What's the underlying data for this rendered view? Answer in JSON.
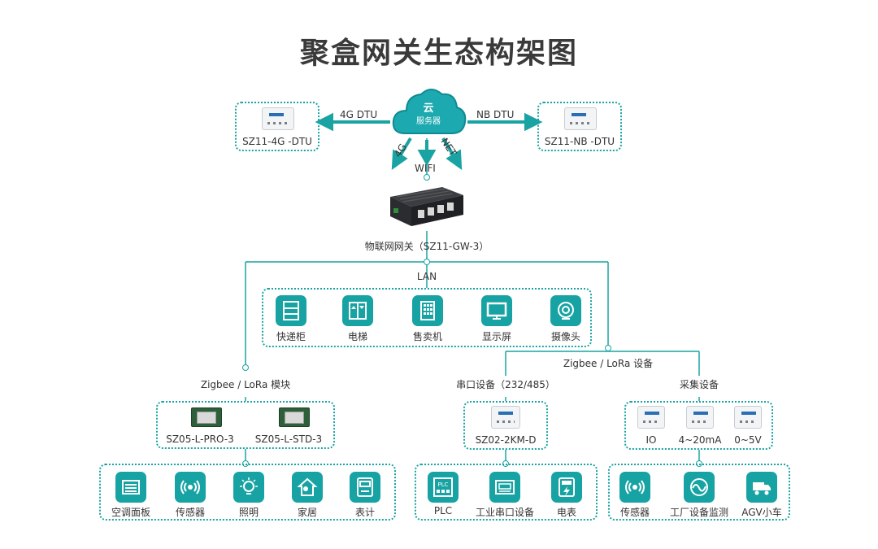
{
  "title": "聚盒网关生态构架图",
  "cloud": {
    "line1": "云",
    "line2": "服务器"
  },
  "top_left": {
    "link": "4G DTU",
    "device": "SZ11-4G -DTU"
  },
  "top_right": {
    "link": "NB DTU",
    "device": "SZ11-NB -DTU"
  },
  "uplinks": [
    "4G",
    "WIFI",
    "NET"
  ],
  "gateway": {
    "label": "物联网网关（SZ11-GW-3）"
  },
  "lan": {
    "label": "LAN",
    "items": [
      {
        "label": "快递柜",
        "icon": "locker-icon"
      },
      {
        "label": "电梯",
        "icon": "elevator-icon"
      },
      {
        "label": "售卖机",
        "icon": "vending-machine-icon"
      },
      {
        "label": "显示屏",
        "icon": "monitor-icon"
      },
      {
        "label": "摄像头",
        "icon": "camera-icon"
      }
    ]
  },
  "zigbee_devices": {
    "label": "Zigbee / LoRa 设备"
  },
  "module_group": {
    "label": "Zigbee / LoRa 模块",
    "modules": [
      "SZ05-L-PRO-3",
      "SZ05-L-STD-3"
    ],
    "items": [
      {
        "label": "空调面板",
        "icon": "ac-panel-icon"
      },
      {
        "label": "传感器",
        "icon": "sensor-icon"
      },
      {
        "label": "照明",
        "icon": "lightbulb-icon"
      },
      {
        "label": "家居",
        "icon": "home-icon"
      },
      {
        "label": "表计",
        "icon": "meter-icon"
      }
    ]
  },
  "serial_group": {
    "label": "串口设备（232/485）",
    "device": "SZ02-2KM-D",
    "items": [
      {
        "label": "PLC",
        "icon": "plc-icon"
      },
      {
        "label": "工业串口设备",
        "icon": "serial-device-icon"
      },
      {
        "label": "电表",
        "icon": "power-meter-icon"
      }
    ]
  },
  "acquisition_group": {
    "label": "采集设备",
    "devices": [
      "IO",
      "4~20mA",
      "0~5V"
    ],
    "items": [
      {
        "label": "传感器",
        "icon": "sensor-icon"
      },
      {
        "label": "工厂设备监测",
        "icon": "waveform-icon"
      },
      {
        "label": "AGV小车",
        "icon": "agv-truck-icon"
      }
    ]
  },
  "colors": {
    "accent": "#17a3a3",
    "line": "#1aa3a3",
    "title": "#3a3a3a"
  }
}
